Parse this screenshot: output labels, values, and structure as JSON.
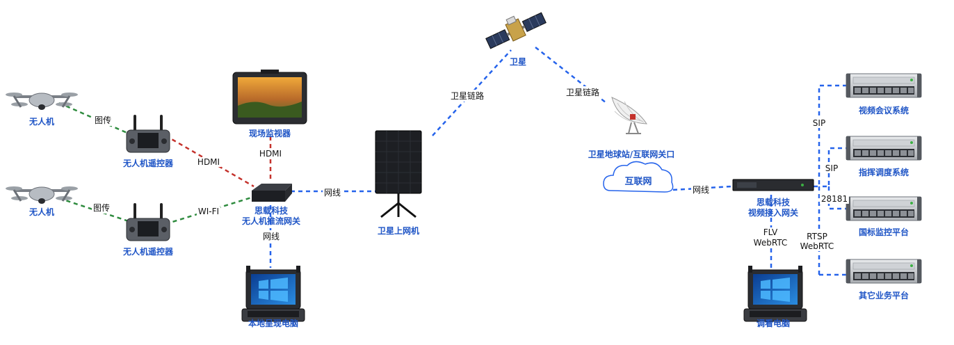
{
  "nodes": {
    "drone1": "无人机",
    "drone2": "无人机",
    "rc1": "无人机遥控器",
    "rc2": "无人机遥控器",
    "monitor": "现场监视器",
    "gateway": [
      "思载科技",
      "无人机推流网关"
    ],
    "local_pc": "本地呈现电脑",
    "sat_terminal": "卫星上网机",
    "satellite": "卫星",
    "ground_station": "卫星地球站/互联网关口",
    "internet": "互联网",
    "video_gateway": [
      "思载科技",
      "视频接入网关"
    ],
    "viewer_pc": "调看电脑",
    "server_conf": "视频会议系统",
    "server_dispatch": "指挥调度系统",
    "server_gb": "国标监控平台",
    "server_other": "其它业务平台"
  },
  "links": {
    "tuchuan1": "图传",
    "tuchuan2": "图传",
    "hdmi_rc": "HDMI",
    "hdmi_mon": "HDMI",
    "wifi": "WI-FI",
    "net_local": "网线",
    "net_sat": "网线",
    "sat_link1": "卫星链路",
    "sat_link2": "卫星链路",
    "net_internet": "网线",
    "sip1": "SIP",
    "sip2": "SIP",
    "gb28181": "28181",
    "rtsp": [
      "RTSP",
      "WebRTC"
    ],
    "flv": [
      "FLV",
      "WebRTC"
    ]
  },
  "colors": {
    "green_link": "#2e8b3e",
    "red_link": "#c4322c",
    "blue_link": "#2563eb",
    "label_blue": "#1f55c6"
  },
  "icons": {
    "drone": "drone-icon",
    "remote": "remote-controller-icon",
    "monitor": "field-monitor-icon",
    "gateway": "gateway-box-icon",
    "laptop": "rugged-laptop-icon",
    "sat_terminal": "satellite-terminal-icon",
    "satellite": "satellite-icon",
    "dish": "satellite-dish-icon",
    "cloud": "cloud-icon",
    "rack": "rack-server-icon"
  }
}
